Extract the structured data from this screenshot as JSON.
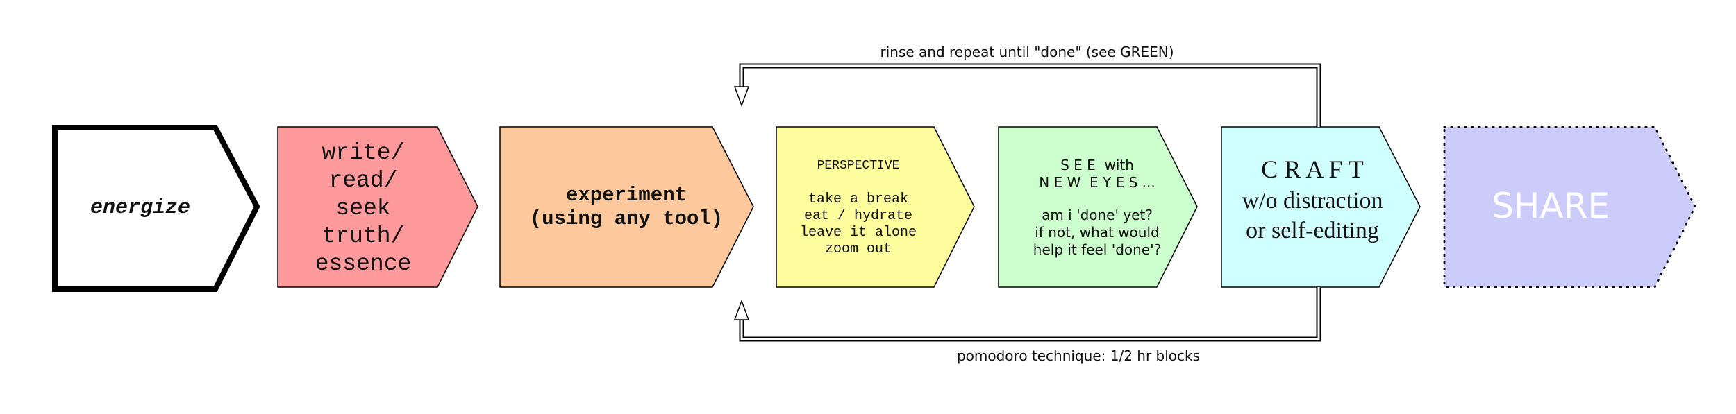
{
  "colors": {
    "energize_fill": "#ffffff",
    "write_fill": "#ff9a9c",
    "experiment_fill": "#fdc99c",
    "perspective_fill": "#fdfd9d",
    "see_fill": "#ccfdcc",
    "craft_fill": "#cffffe",
    "share_fill": "#ccccfb",
    "share_text": "#ffffff",
    "stroke": "#000000"
  },
  "steps": {
    "energize": {
      "label": "energize"
    },
    "write": {
      "lines": [
        "write/",
        "read/",
        "seek",
        "truth/",
        "essence"
      ]
    },
    "experiment": {
      "lines": [
        "experiment",
        "(using any tool)"
      ]
    },
    "perspective": {
      "title": "PERSPECTIVE",
      "lines": [
        "take a break",
        "eat / hydrate",
        "leave it alone",
        "zoom out"
      ]
    },
    "see": {
      "title_lines": [
        "S E E  with",
        "N E W  E Y E S ..."
      ],
      "lines": [
        "am i 'done' yet?",
        "if not, what would",
        "help it feel 'done'?"
      ]
    },
    "craft": {
      "lines": [
        "C R A F T",
        "w/o distraction",
        "or self-editing"
      ]
    },
    "share": {
      "label": "SHARE"
    }
  },
  "loops": {
    "top_label": "rinse and repeat until \"done\" (see GREEN)",
    "bottom_label": "pomodoro technique: 1/2 hr blocks"
  }
}
